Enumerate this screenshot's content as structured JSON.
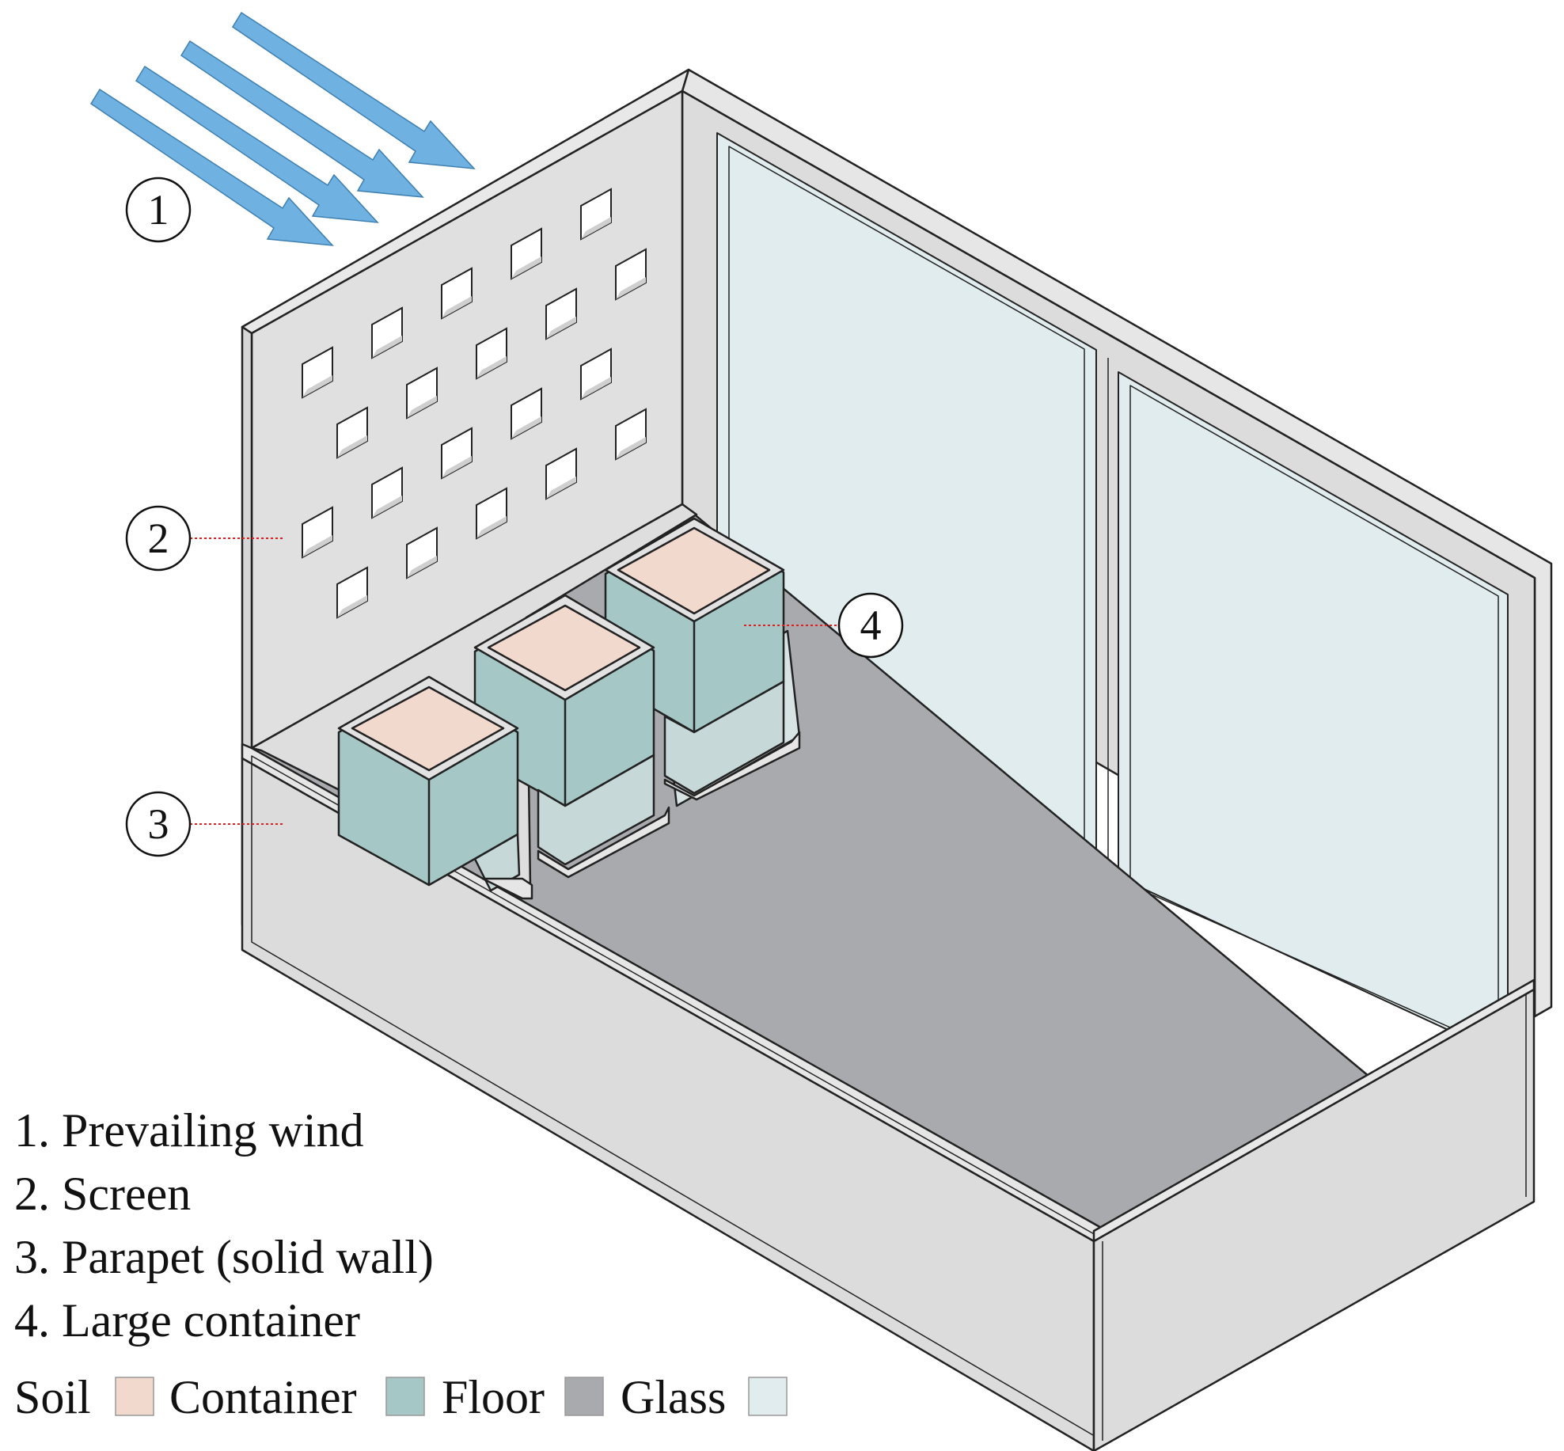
{
  "callouts": [
    {
      "number": "1",
      "item": "Prevailing wind"
    },
    {
      "number": "2",
      "item": "Screen"
    },
    {
      "number": "3",
      "item": "Parapet (solid wall)"
    },
    {
      "number": "4",
      "item": "Large container"
    }
  ],
  "legend_list": [
    "1. Prevailing wind",
    "2. Screen",
    "3. Parapet (solid wall)",
    "4. Large container"
  ],
  "material_legend": [
    {
      "label": "Soil",
      "color": "#f2d9cd"
    },
    {
      "label": "Container",
      "color": "#a5c8c6"
    },
    {
      "label": "Floor",
      "color": "#a8aaad"
    },
    {
      "label": "Glass",
      "color": "#e0ecee"
    }
  ],
  "colors": {
    "wind_arrow": "#6fb2e2",
    "wall": "#dcdcdc",
    "wall_light": "#e6e6e6",
    "outline": "#222222",
    "leader_line": "#e02020"
  }
}
